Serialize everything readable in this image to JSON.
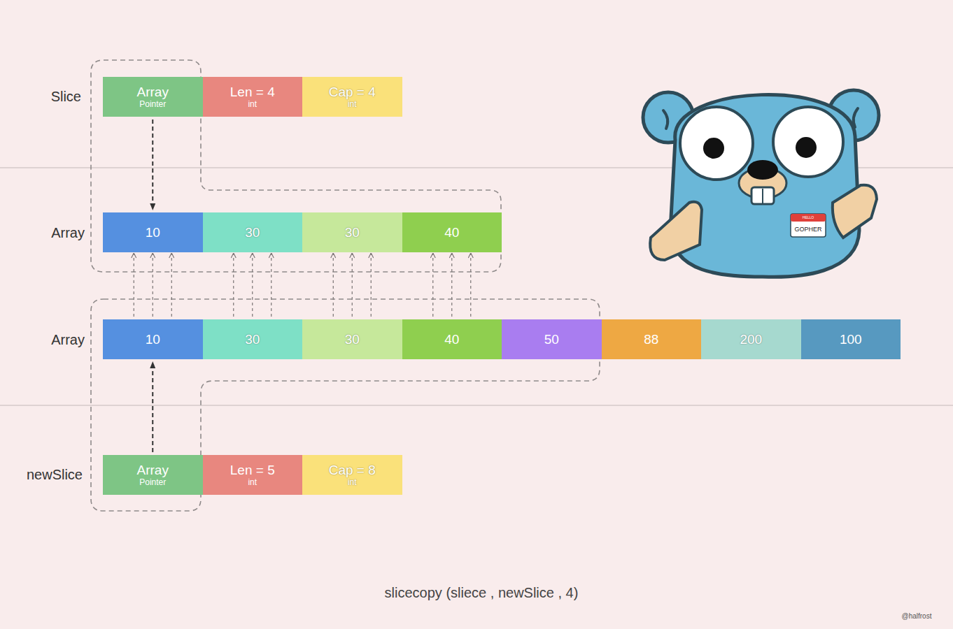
{
  "diagram": {
    "caption": "slicecopy (sliece , newSlice , 4)",
    "nodes": [
      {
        "text": [
          "Array",
          "Pointer"
        ]
      },
      {
        "text": [
          "Len = 4",
          "int"
        ]
      },
      {
        "text": [
          "Cap = 4",
          "int"
        ]
      },
      {
        "text": [
          "10"
        ]
      },
      {
        "text": [
          "30"
        ]
      },
      {
        "text": [
          "30"
        ]
      },
      {
        "text": [
          "40"
        ]
      },
      {
        "text": [
          "10"
        ]
      },
      {
        "text": [
          "30"
        ]
      },
      {
        "text": [
          "30"
        ]
      },
      {
        "text": [
          "40"
        ]
      },
      {
        "text": [
          "50"
        ]
      },
      {
        "text": [
          "88"
        ]
      },
      {
        "text": [
          "200"
        ]
      },
      {
        "text": [
          "100"
        ]
      },
      {
        "text": [
          "Array",
          "Pointer"
        ]
      },
      {
        "text": [
          "Len = 5",
          "int"
        ]
      },
      {
        "text": [
          "Cap = 8",
          "int"
        ]
      }
    ],
    "edges": [
      {
        "from": 0,
        "to": 3,
        "arrow": "to"
      },
      {
        "from": 7,
        "to": 3,
        "arrow": "to"
      },
      {
        "from": 7,
        "to": 3,
        "arrow": "to"
      },
      {
        "from": 7,
        "to": 3,
        "arrow": "to"
      },
      {
        "from": 8,
        "to": 4,
        "arrow": "to"
      },
      {
        "from": 8,
        "to": 4,
        "arrow": "to"
      },
      {
        "from": 8,
        "to": 4,
        "arrow": "to"
      },
      {
        "from": 9,
        "to": 5,
        "arrow": "to"
      },
      {
        "from": 9,
        "to": 5,
        "arrow": "to"
      },
      {
        "from": 9,
        "to": 5,
        "arrow": "to"
      },
      {
        "from": 10,
        "to": 6,
        "arrow": "to"
      },
      {
        "from": 10,
        "to": 6,
        "arrow": "to"
      },
      {
        "from": 10,
        "to": 6,
        "arrow": "to"
      },
      {
        "from": 15,
        "to": 7,
        "arrow": "to"
      }
    ],
    "labels": [
      "Slice",
      "Array",
      "Array",
      "newSlice",
      "HELLO",
      "GOPHER",
      "@halfrost"
    ]
  }
}
